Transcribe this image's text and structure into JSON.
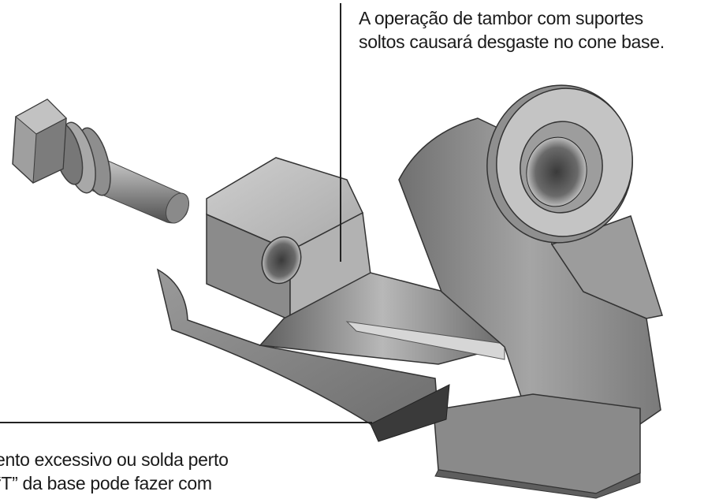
{
  "callouts": {
    "top": {
      "lines": [
        "A operação de tambor com suportes",
        "soltos causará desgaste no cone base."
      ]
    },
    "bottom": {
      "lines": [
        "ento excessivo ou solda perto",
        "“T” da base pode fazer com"
      ]
    }
  },
  "illustration": {
    "components": [
      "bolt-with-washers-icon",
      "drum-base-bracket-icon"
    ],
    "colors": {
      "metal_light": "#c9c9c9",
      "metal_mid": "#9a9a9a",
      "metal_dark": "#555555",
      "leader_line": "#222222"
    }
  }
}
